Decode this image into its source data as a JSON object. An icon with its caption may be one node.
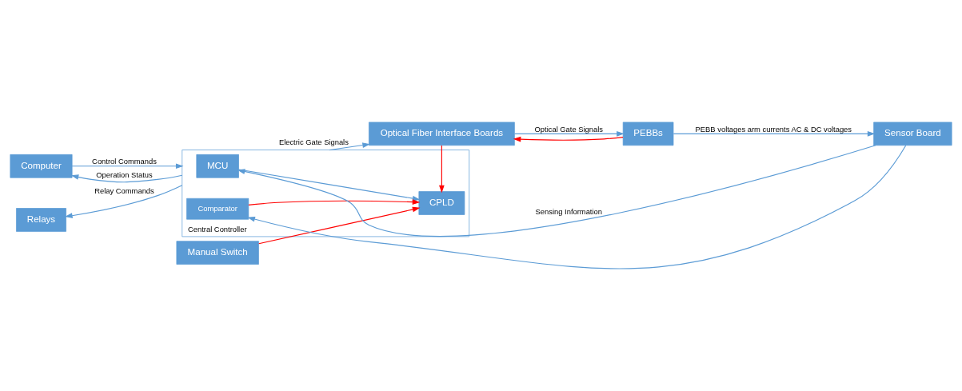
{
  "diagram": {
    "nodes": [
      {
        "text": [
          "Computer"
        ]
      },
      {
        "text": [
          "Manual Switch"
        ]
      },
      {
        "text": [
          "Relays"
        ]
      },
      {
        "text": [
          "Central Controller"
        ]
      },
      {
        "text": [
          "MCU"
        ],
        "in": 3
      },
      {
        "text": [
          "CPLD"
        ],
        "in": 3
      },
      {
        "text": [
          "Comparator"
        ],
        "in": 3
      },
      {
        "text": [
          "Optical Fiber Interface Boards"
        ]
      },
      {
        "text": [
          "PEBBs"
        ]
      },
      {
        "text": [
          "Sensor Board"
        ]
      }
    ],
    "edges": [
      {
        "from": 0,
        "to": 3,
        "arrow": "to",
        "label": "Control Commands"
      },
      {
        "from": 3,
        "to": 0,
        "arrow": "to",
        "label": "Operation Status"
      },
      {
        "from": 1,
        "to": 5,
        "arrow": "to",
        "color": "#ff0000"
      },
      {
        "from": 3,
        "to": 2,
        "arrow": "to",
        "label": "Relay Commands"
      },
      {
        "from": 4,
        "to": 5,
        "arrow": "to"
      },
      {
        "from": 6,
        "to": 5,
        "arrow": "to",
        "color": "#ff0000"
      },
      {
        "from": 3,
        "to": 7,
        "arrow": "to",
        "label": "Electric Gate Signals"
      },
      {
        "from": 7,
        "to": 5,
        "arrow": "to",
        "color": "#ff0000"
      },
      {
        "from": 7,
        "to": 8,
        "arrow": "to",
        "label": "Optical Gate Signals"
      },
      {
        "from": 8,
        "to": 7,
        "arrow": "to",
        "color": "#ff0000"
      },
      {
        "from": 8,
        "to": 9,
        "arrow": "to",
        "label": "PEBB voltages arm currents AC & DC voltages"
      },
      {
        "from": 9,
        "to": 4,
        "arrow": "to",
        "label": "Sensing Information"
      },
      {
        "from": 9,
        "to": 6,
        "arrow": "to"
      }
    ]
  }
}
